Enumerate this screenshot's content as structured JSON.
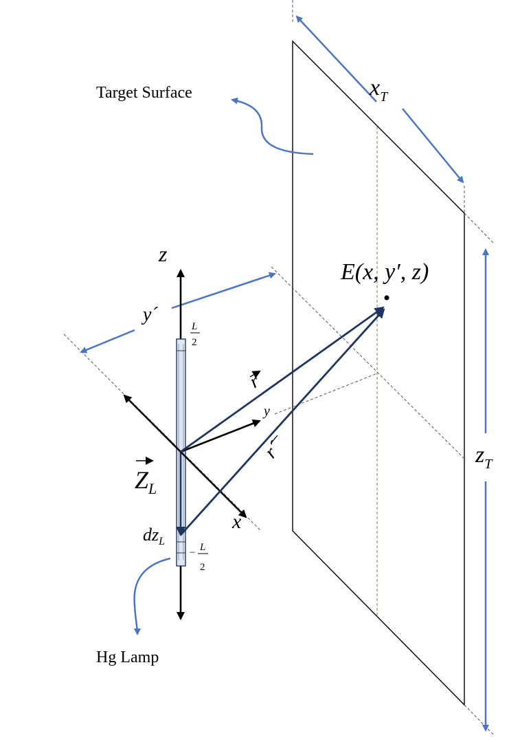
{
  "labels": {
    "target_surface": "Target Surface",
    "hg_lamp": "Hg Lamp",
    "x_t_main": "x",
    "x_t_sub": "T",
    "z_t_main": "z",
    "z_t_sub": "T",
    "y_prime": "y´",
    "z_axis": "z",
    "x_axis": "x",
    "y_axis": "y",
    "r_vec": "r",
    "r_prime_vec": "r´",
    "z_l_main": "Z",
    "z_l_sub": "L",
    "dz_l_main": "dz",
    "dz_l_sub": "L",
    "half_l_num": "L",
    "half_l_den": "2",
    "neg_half_sign": "−",
    "neg_half_num": "L",
    "neg_half_den": "2",
    "e_point": "E(x, y′, z)"
  },
  "colors": {
    "dimension_arrows": "#4a74c4",
    "vector_arrows": "#1e3560",
    "axis_arrows": "#000000",
    "guide_lines": "#555555",
    "surface_midline": "#9a9a6a",
    "lamp_tube": "#dde6f1",
    "lamp_outline": "#2a3b5a"
  }
}
